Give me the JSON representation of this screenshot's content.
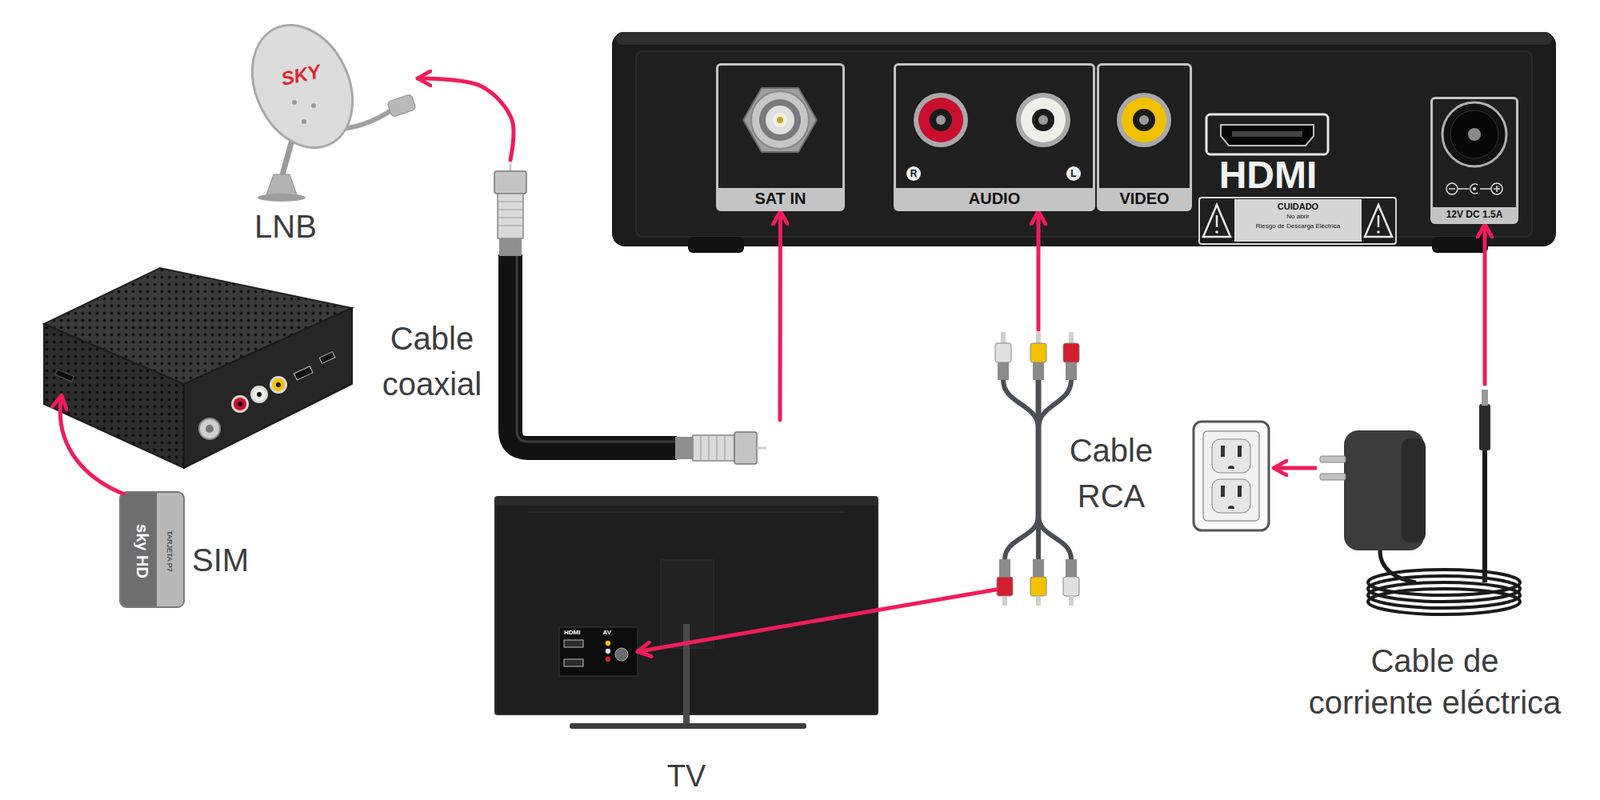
{
  "diagram": {
    "nodes": [
      {
        "text": [
          "LNB"
        ]
      },
      {
        "text": [
          "HDMI"
        ]
      },
      {
        "text": [
          "SAT IN"
        ],
        "in": 1
      },
      {
        "text": [
          "AUDIO"
        ],
        "in": 1
      },
      {
        "text": [
          "VIDEO"
        ],
        "in": 1
      },
      {
        "text": [
          "12V DC 1.5A"
        ],
        "in": 1
      },
      {
        "text": [
          "Cable coaxial"
        ]
      },
      {
        "text": [
          "SIM"
        ]
      },
      {
        "text": [
          "Cable RCA"
        ]
      },
      {
        "text": [
          "Cable de corriente eléctrica"
        ]
      },
      {
        "text": [
          "TV"
        ]
      },
      {
        "text": [
          "HDMI",
          "AV"
        ],
        "in": 10
      }
    ],
    "edges": [
      {
        "from": 6,
        "to": 0,
        "arrow": "to"
      },
      {
        "from": 6,
        "to": 2,
        "arrow": "to"
      },
      {
        "from": 8,
        "to": 3,
        "arrow": "to"
      },
      {
        "from": 8,
        "to": 11,
        "arrow": "to"
      },
      {
        "from": 9,
        "to": 5,
        "arrow": "to"
      }
    ],
    "labels": [
      "SKY",
      "R",
      "L",
      "CUIDADO",
      "No abrir",
      "Riesgo de Descarga Eléctrica",
      "sky HD",
      "TARJETA P7"
    ]
  }
}
